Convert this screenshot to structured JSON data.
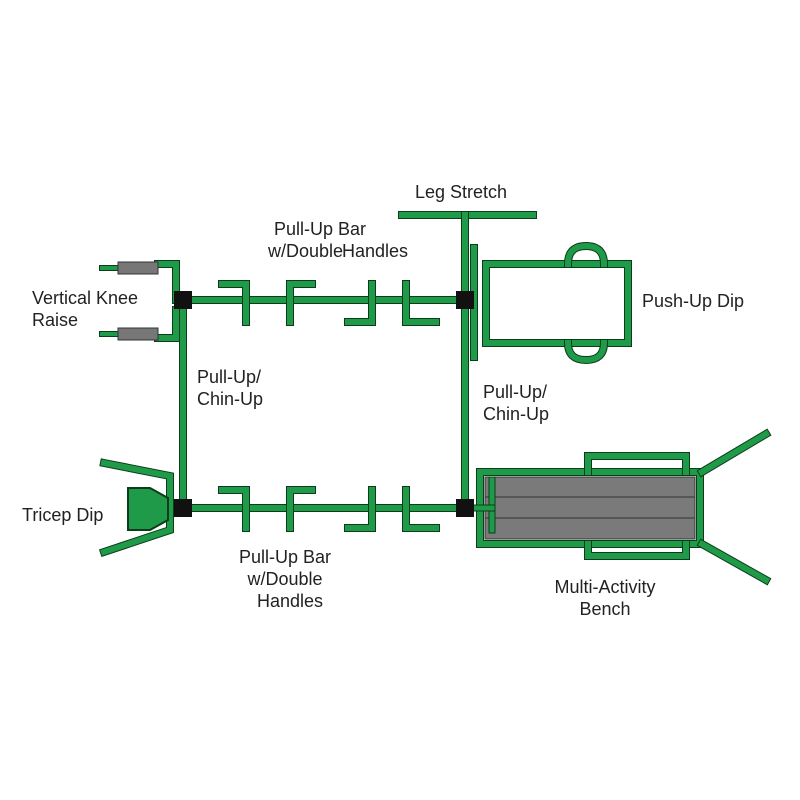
{
  "colors": {
    "frame_fill": "#1f9a48",
    "frame_stroke": "#0b3d1a",
    "connector": "#111111",
    "bench_pad": "#7a7a7a",
    "grip": "#777777"
  },
  "labels": {
    "leg_stretch": "Leg Stretch",
    "top_pullup_bar_line1": "Pull-Up Bar",
    "top_pullup_bar_line2": "w/Double",
    "top_pullup_bar_line3": "Handles",
    "vertical_knee_line1": "Vertical Knee",
    "vertical_knee_line2": "Raise",
    "pushup_dip": "Push-Up Dip",
    "left_pullup_line1": "Pull-Up/",
    "left_pullup_line2": "Chin-Up",
    "right_pullup_line1": "Pull-Up/",
    "right_pullup_line2": "Chin-Up",
    "tricep_dip": "Tricep Dip",
    "bottom_pullup_bar_line1": "Pull-Up Bar",
    "bottom_pullup_bar_line2": "w/Double",
    "bottom_pullup_bar_line3": "Handles",
    "bench_line1": "Multi-Activity",
    "bench_line2": "Bench"
  }
}
